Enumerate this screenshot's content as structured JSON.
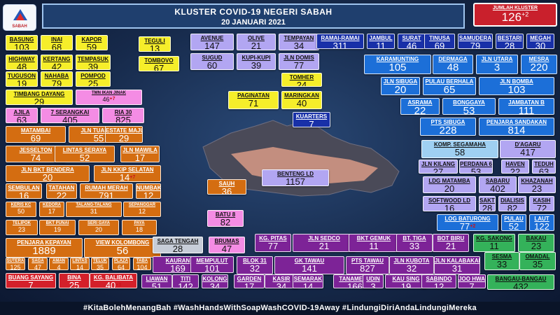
{
  "header": {
    "title": "KLUSTER COVID-19 NEGERI SABAH",
    "date": "20 JANUARI 2021"
  },
  "logo": {
    "text": "SABAH"
  },
  "total": {
    "label": "JUMLAH KLUSTER",
    "value": "126",
    "change": "+2"
  },
  "footer": {
    "text": "#KitaBolehMenangBah #WashHandsWithSoapWashCOVID-19Away #LindungiDiriAndaLindungiMereka"
  },
  "clusters": [
    {
      "name": "BASUNG",
      "value": "103",
      "color": "yellow"
    },
    {
      "name": "INAI",
      "value": "68",
      "color": "yellow"
    },
    {
      "name": "KAPOR",
      "value": "59",
      "color": "yellow"
    },
    {
      "name": "HIGHWAY",
      "value": "48",
      "color": "yellow"
    },
    {
      "name": "KERTANG",
      "value": "42",
      "color": "yellow"
    },
    {
      "name": "TEMPASUK",
      "value": "39",
      "color": "yellow"
    },
    {
      "name": "TUGUSON",
      "value": "19",
      "color": "yellow"
    },
    {
      "name": "NAHABA",
      "value": "79",
      "color": "yellow"
    },
    {
      "name": "POMPOD",
      "value": "25",
      "color": "yellow"
    },
    {
      "name": "TEGULI",
      "value": "13",
      "color": "yellow"
    },
    {
      "name": "TOMBOVO",
      "value": "67",
      "color": "yellow"
    },
    {
      "name": "TIMBANG DAYANG",
      "value": "29",
      "color": "yellow"
    },
    {
      "name": "TMN IKAN JINAK",
      "value": "46",
      "change": "+7",
      "color": "pink"
    },
    {
      "name": "AJILA",
      "value": "63",
      "color": "pink"
    },
    {
      "name": "7 SERANGKAI",
      "value": "405",
      "color": "pink"
    },
    {
      "name": "RIA 30",
      "value": "825",
      "color": "pink"
    },
    {
      "name": "AVENUE",
      "value": "147",
      "color": "lav"
    },
    {
      "name": "OLIVE",
      "value": "21",
      "color": "lav"
    },
    {
      "name": "TEMPAYAN",
      "value": "34",
      "color": "lav"
    },
    {
      "name": "SUGUD",
      "value": "60",
      "color": "lav"
    },
    {
      "name": "KUPI-KUPI",
      "value": "39",
      "color": "lav"
    },
    {
      "name": "JLN DOMIS",
      "value": "77",
      "color": "lav"
    },
    {
      "name": "TOMHER",
      "value": "24",
      "color": "yellow"
    },
    {
      "name": "PAGINATAN",
      "value": "71",
      "color": "yellow"
    },
    {
      "name": "MARINGKAN",
      "value": "40",
      "color": "yellow"
    },
    {
      "name": "KUARTERS",
      "value": "7",
      "color": "dblue"
    },
    {
      "name": "RAMAI-RAMAI",
      "value": "311",
      "color": "dblue"
    },
    {
      "name": "JAMBUL",
      "value": "11",
      "color": "dblue"
    },
    {
      "name": "SURAT",
      "value": "46",
      "color": "dblue"
    },
    {
      "name": "TINUSA",
      "value": "69",
      "color": "dblue"
    },
    {
      "name": "SAMUDERA",
      "value": "79",
      "color": "dblue"
    },
    {
      "name": "BESTARI",
      "value": "28",
      "color": "dblue"
    },
    {
      "name": "MEGAH",
      "value": "30",
      "color": "dblue"
    },
    {
      "name": "KARAMUNTING",
      "value": "105",
      "color": "blue"
    },
    {
      "name": "DERMAGA",
      "value": "48",
      "color": "blue"
    },
    {
      "name": "JLN UTARA",
      "value": "3",
      "color": "blue"
    },
    {
      "name": "MESRA",
      "value": "220",
      "color": "blue"
    },
    {
      "name": "JLN SIBUGA",
      "value": "20",
      "color": "blue"
    },
    {
      "name": "PULAU BERHALA",
      "value": "65",
      "color": "blue"
    },
    {
      "name": "JLN BOMBA",
      "value": "103",
      "color": "blue"
    },
    {
      "name": "ASRAMA",
      "value": "22",
      "color": "blue"
    },
    {
      "name": "BONGGAYA",
      "value": "53",
      "color": "blue"
    },
    {
      "name": "JAMBATAN B",
      "value": "111",
      "color": "blue"
    },
    {
      "name": "PTS SIBUGA",
      "value": "228",
      "color": "blue"
    },
    {
      "name": "PENJARA SANDAKAN",
      "value": "814",
      "color": "blue"
    },
    {
      "name": "MATAMBAI",
      "value": "69",
      "color": "orange"
    },
    {
      "name": "JLN TUARAN",
      "value": "55",
      "color": "orange"
    },
    {
      "name": "ESTATE MAJU",
      "value": "29",
      "color": "orange"
    },
    {
      "name": "JESSELTON",
      "value": "74",
      "color": "orange"
    },
    {
      "name": "LINTAS SERAYA",
      "value": "52",
      "color": "orange"
    },
    {
      "name": "JLN MAWILA",
      "value": "17",
      "color": "orange"
    },
    {
      "name": "JLN BKT BENDERA",
      "value": "20",
      "color": "orange"
    },
    {
      "name": "JLN KKIP SELATAN",
      "value": "14",
      "change": "+7",
      "color": "orange"
    },
    {
      "name": "SEMBULAN",
      "value": "16",
      "color": "orange"
    },
    {
      "name": "TATAHAN",
      "value": "22",
      "color": "orange"
    },
    {
      "name": "RUMAH MERAH",
      "value": "791",
      "color": "orange"
    },
    {
      "name": "NUMBAK",
      "value": "12",
      "color": "orange"
    },
    {
      "name": "KERIS KC",
      "value": "50",
      "color": "orange"
    },
    {
      "name": "KEDORA",
      "value": "17",
      "color": "orange"
    },
    {
      "name": "TALANG-TALANG",
      "value": "31",
      "color": "orange"
    },
    {
      "name": "SEPANGGAR",
      "value": "12",
      "color": "orange"
    },
    {
      "name": "TELIPOK",
      "value": "23",
      "color": "orange"
    },
    {
      "name": "BKT PUNAI",
      "value": "19",
      "color": "orange"
    },
    {
      "name": "SERI GAYA",
      "value": "20",
      "color": "orange"
    },
    {
      "name": "PAYA",
      "value": "18",
      "color": "orange"
    },
    {
      "name": "PENJARA KEPAYAN",
      "value": "1889",
      "color": "orange"
    },
    {
      "name": "VIEW KOLOMBONG",
      "value": "56",
      "color": "orange"
    },
    {
      "name": "SUTERA",
      "value": "125",
      "color": "orange"
    },
    {
      "name": "SAGA",
      "value": "47",
      "color": "orange"
    },
    {
      "name": "AMAN",
      "value": "4",
      "color": "orange"
    },
    {
      "name": "LINTAS",
      "value": "14",
      "color": "orange"
    },
    {
      "name": "TELUK",
      "value": "35",
      "color": "orange"
    },
    {
      "name": "PLAZA",
      "value": "64",
      "color": "orange"
    },
    {
      "name": "TABA",
      "value": "104",
      "color": "orange"
    },
    {
      "name": "KOMP. SEGAMAHA",
      "value": "58",
      "color": "lblue"
    },
    {
      "name": "D'AGARU",
      "value": "417",
      "color": "lav"
    },
    {
      "name": "JLN KILANG",
      "value": "27",
      "color": "lav"
    },
    {
      "name": "PERDANA 6",
      "value": "53",
      "color": "lav"
    },
    {
      "name": "HAVEN",
      "value": "22",
      "color": "lav"
    },
    {
      "name": "TEDUH",
      "value": "63",
      "color": "lav"
    },
    {
      "name": "BENTENG LD",
      "value": "1157",
      "color": "lav"
    },
    {
      "name": "SAUH",
      "value": "36",
      "color": "orange"
    },
    {
      "name": "BATU 8",
      "value": "82",
      "color": "pink"
    },
    {
      "name": "LDG MATAMBA",
      "value": "20",
      "color": "lav"
    },
    {
      "name": "SABARU",
      "value": "402",
      "color": "lav"
    },
    {
      "name": "KHAZANAH",
      "value": "23",
      "color": "lav"
    },
    {
      "name": "SOFTWOOD LD",
      "value": "16",
      "color": "lav"
    },
    {
      "name": "SAKTI",
      "value": "28",
      "color": "lav"
    },
    {
      "name": "DIALISIS",
      "value": "82",
      "color": "lav"
    },
    {
      "name": "KASIH",
      "value": "72",
      "color": "lav"
    },
    {
      "name": "LOG BATURONG",
      "value": "77",
      "change": "+2",
      "color": "blue"
    },
    {
      "name": "PULAU",
      "value": "52",
      "color": "blue"
    },
    {
      "name": "LAUT",
      "value": "122",
      "color": "blue"
    },
    {
      "name": "SAGA TENGAH",
      "value": "28",
      "color": "grey"
    },
    {
      "name": "BRUMAS",
      "value": "47",
      "color": "pink"
    },
    {
      "name": "KG. PITAS",
      "value": "77",
      "color": "purple"
    },
    {
      "name": "JLN SEDCO",
      "value": "21",
      "color": "purple"
    },
    {
      "name": "BKT GEMUK",
      "value": "11",
      "color": "purple"
    },
    {
      "name": "BT. TIGA",
      "value": "33",
      "color": "purple"
    },
    {
      "name": "BOT BIRU",
      "value": "21",
      "color": "purple"
    },
    {
      "name": "KG. SAKONG",
      "value": "11",
      "color": "green"
    },
    {
      "name": "BAKAU",
      "value": "23",
      "color": "green"
    },
    {
      "name": "KAURAN",
      "value": "169",
      "color": "purple"
    },
    {
      "name": "MEMPULUT",
      "value": "101",
      "color": "purple"
    },
    {
      "name": "BLOK 31",
      "value": "32",
      "color": "purple"
    },
    {
      "name": "GK TAWAU",
      "value": "141",
      "color": "purple"
    },
    {
      "name": "PTS TAWAU",
      "value": "827",
      "color": "purple"
    },
    {
      "name": "JLN KUBOTA",
      "value": "32",
      "color": "purple"
    },
    {
      "name": "JLN KALABAKAN",
      "value": "31",
      "color": "purple"
    },
    {
      "name": "SESMA",
      "value": "33",
      "color": "green"
    },
    {
      "name": "OMADAL",
      "value": "35",
      "color": "green"
    },
    {
      "name": "BUANG SAYANG",
      "value": "7",
      "color": "red"
    },
    {
      "name": "BINA",
      "value": "25",
      "color": "red"
    },
    {
      "name": "KG. BALIBATA",
      "value": "40",
      "change": "+3",
      "color": "red"
    },
    {
      "name": "LIAWAN",
      "value": "51",
      "color": "purple"
    },
    {
      "name": "TITI",
      "value": "142",
      "color": "purple"
    },
    {
      "name": "KOLONG",
      "value": "34",
      "color": "purple"
    },
    {
      "name": "GARDEN",
      "value": "17",
      "color": "purple"
    },
    {
      "name": "KASIR",
      "value": "34",
      "color": "purple"
    },
    {
      "name": "SEMARAK",
      "value": "14",
      "color": "purple"
    },
    {
      "name": "TANAMERA",
      "value": "166",
      "color": "purple"
    },
    {
      "name": "UDIN",
      "value": "3",
      "color": "purple"
    },
    {
      "name": "KAU SING",
      "value": "19",
      "color": "purple"
    },
    {
      "name": "SABINDO",
      "value": "12",
      "color": "purple"
    },
    {
      "name": "JOO HWA",
      "value": "7",
      "color": "purple"
    },
    {
      "name": "BANGAU-BANGAU",
      "value": "432",
      "color": "green"
    }
  ]
}
